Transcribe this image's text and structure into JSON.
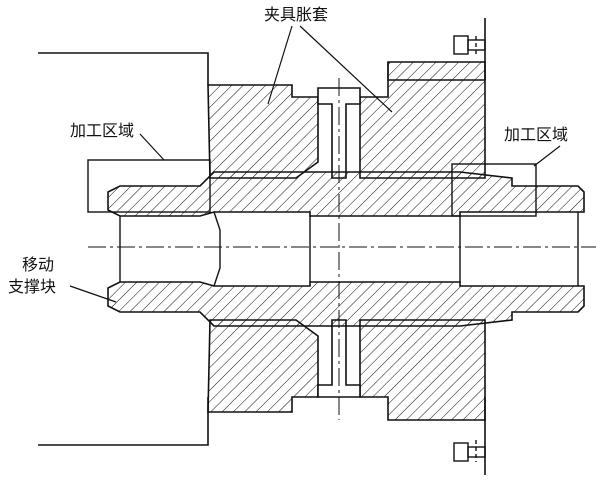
{
  "labels": {
    "fixture_sleeve": "夹具胀套",
    "machining_area_left": "加工区域",
    "machining_area_right": "加工区域",
    "support_line1": "移动",
    "support_line2": "支撑块"
  },
  "colors": {
    "line": "#111111",
    "background": "#ffffff"
  }
}
